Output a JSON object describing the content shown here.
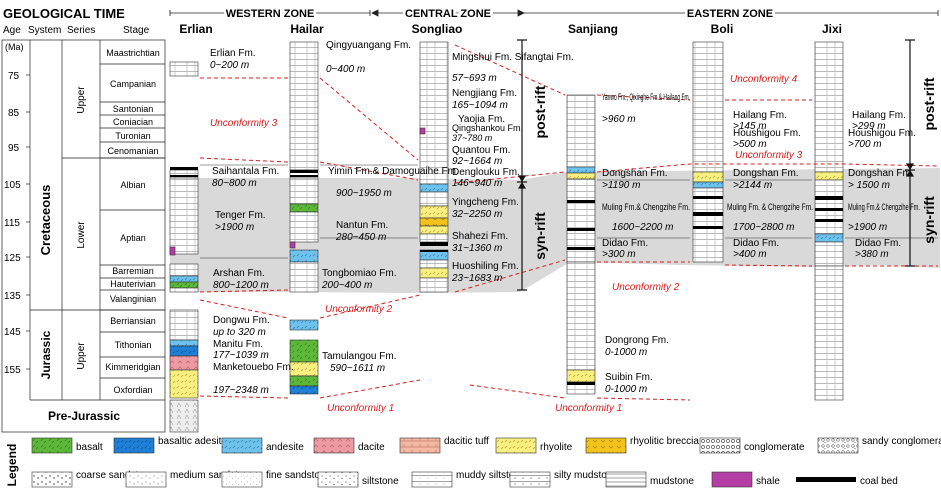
{
  "header": {
    "title": "GEOLOGICAL TIME",
    "col_age": "Age",
    "col_system": "System",
    "col_series": "Series",
    "col_stage": "Stage",
    "unit": "(Ma)",
    "zone_west": "WESTERN ZONE",
    "zone_central": "CENTRAL ZONE",
    "zone_east": "EASTERN ZONE"
  },
  "sections": [
    "Erlian",
    "Hailar",
    "Songliao",
    "Sanjiang",
    "Boli",
    "Jixi"
  ],
  "ages": [
    "75",
    "85",
    "95",
    "105",
    "115",
    "125",
    "135",
    "145",
    "155"
  ],
  "systems": [
    "Cretaceous",
    "Jurassic",
    "Pre-Jurassic"
  ],
  "series": [
    "Upper",
    "Lower",
    "Upper"
  ],
  "stages": [
    "Maastrichtian",
    "Campanian",
    "Santonian",
    "Coniacian",
    "Turonian",
    "Cenomanian",
    "Albian",
    "Aptian",
    "Barremian",
    "Hauterivian",
    "Valanginian",
    "Berriansian",
    "Tithonian",
    "Kimmeridgian",
    "Oxfordian"
  ],
  "formations": {
    "erlian": [
      {
        "name": "Erlian Fm.",
        "range": "0~200 m"
      },
      {
        "name": "Saihantala Fm.",
        "range": "80~800 m"
      },
      {
        "name": "Tenger Fm.",
        "range": ">1900 m"
      },
      {
        "name": "Arshan Fm.",
        "range": "800~1200 m"
      },
      {
        "name": "Dongwu Fm.",
        "range": "up to 320 m"
      },
      {
        "name": "Manitu Fm.",
        "range": "177~1039 m"
      },
      {
        "name": "Manketouebo Fm.",
        "range": "197~2348 m"
      }
    ],
    "hailar": [
      {
        "name": "Qingyuangang Fm.",
        "range": "0~400 m"
      },
      {
        "name": "Yimin Fm.& Damoguaihe Fm.",
        "range": "900~1950 m"
      },
      {
        "name": "Nantun Fm.",
        "range": "280~450 m"
      },
      {
        "name": "Tongbomiao Fm.",
        "range": "200~400 m"
      },
      {
        "name": "Tamulangou Fm.",
        "range": "590~1611 m"
      }
    ],
    "songliao": [
      {
        "name": "Mingshui Fm. Sifangtai Fm.",
        "range": "57~693 m"
      },
      {
        "name": "Nengjiang Fm.",
        "range": "165~1094 m"
      },
      {
        "name": "Yaojia Fm.",
        "range": ""
      },
      {
        "name": "Qingshankou Fm.",
        "range": "37~780 m"
      },
      {
        "name": "Quantou Fm.",
        "range": "92~1664 m"
      },
      {
        "name": "Denglouku Fm.",
        "range": "146~940 m"
      },
      {
        "name": "Yingcheng Fm.",
        "range": "32~2250 m"
      },
      {
        "name": "Shahezi Fm.",
        "range": "31~1360 m"
      },
      {
        "name": "Huoshiling Fm.",
        "range": "23~1683 m"
      }
    ],
    "sanjiang": [
      {
        "name": "Yanwo Fm., Qixinghe Fm.& Hailang Fm.",
        "range": ">960 m"
      },
      {
        "name": "Dongshan Fm.",
        "range": ">1190 m"
      },
      {
        "name": "Muling Fm.& Chengzihe Fm.",
        "range": "1600~2200 m"
      },
      {
        "name": "Didao Fm.",
        "range": ">300 m"
      },
      {
        "name": "Dongrong Fm.",
        "range": "0-1000 m"
      },
      {
        "name": "Suibin Fm.",
        "range": "0-1000 m"
      }
    ],
    "boli": [
      {
        "name": "Hailang Fm.",
        "range": ">145 m"
      },
      {
        "name": "Houshigou Fm.",
        "range": ">500 m"
      },
      {
        "name": "Dongshan Fm.",
        "range": ">2144 m"
      },
      {
        "name": "Muling Fm. & Chengzihe Fm.",
        "range": "1700~2800 m"
      },
      {
        "name": "Didao Fm.",
        "range": ">400 m"
      }
    ],
    "jixi": [
      {
        "name": "Hailang Fm.",
        "range": ">299 m"
      },
      {
        "name": "Houshigou Fm.",
        "range": ">700 m"
      },
      {
        "name": "Dongshan Fm.",
        "range": "> 1500 m"
      },
      {
        "name": "Muling Fm.& Chengzihe Fm.",
        "range": ">1900 m"
      },
      {
        "name": "Didao Fm.",
        "range": ">380 m"
      }
    ]
  },
  "unconformities": [
    "Unconformity 1",
    "Unconformity 2",
    "Unconformity 3",
    "Unconformity 4"
  ],
  "phases": {
    "post": "post-rift",
    "syn": "syn-rift"
  },
  "legend": {
    "title": "Legend",
    "items": [
      {
        "label": "basalt",
        "color": "#5db83a"
      },
      {
        "label": "basaltic adesite",
        "color": "#1f7fd6"
      },
      {
        "label": "andesite",
        "color": "#6ec2ec"
      },
      {
        "label": "dacite",
        "color": "#ee9aa3"
      },
      {
        "label": "dacitic tuff",
        "color": "#f2b8a3"
      },
      {
        "label": "rhyolite",
        "color": "#f7ef80"
      },
      {
        "label": "rhyolitic breccia",
        "color": "#f3c21b"
      },
      {
        "label": "conglomerate",
        "color": "#ffffff"
      },
      {
        "label": "sandy conglomerate",
        "color": "#ffffff"
      },
      {
        "label": "coarse sandstone",
        "color": "#ffffff"
      },
      {
        "label": "medium sandstone",
        "color": "#ffffff"
      },
      {
        "label": "fine sandstone",
        "color": "#ffffff"
      },
      {
        "label": "siltstone",
        "color": "#ffffff"
      },
      {
        "label": "muddy siltstone",
        "color": "#ffffff"
      },
      {
        "label": "silty mudstone",
        "color": "#ffffff"
      },
      {
        "label": "mudstone",
        "color": "#ffffff"
      },
      {
        "label": "shale",
        "color": "#b33fa5"
      },
      {
        "label": "coal bed",
        "color": "#000000"
      }
    ]
  },
  "colors": {
    "syn_rift_fill": "#d9d9d9",
    "unconformity": "#d62020"
  }
}
